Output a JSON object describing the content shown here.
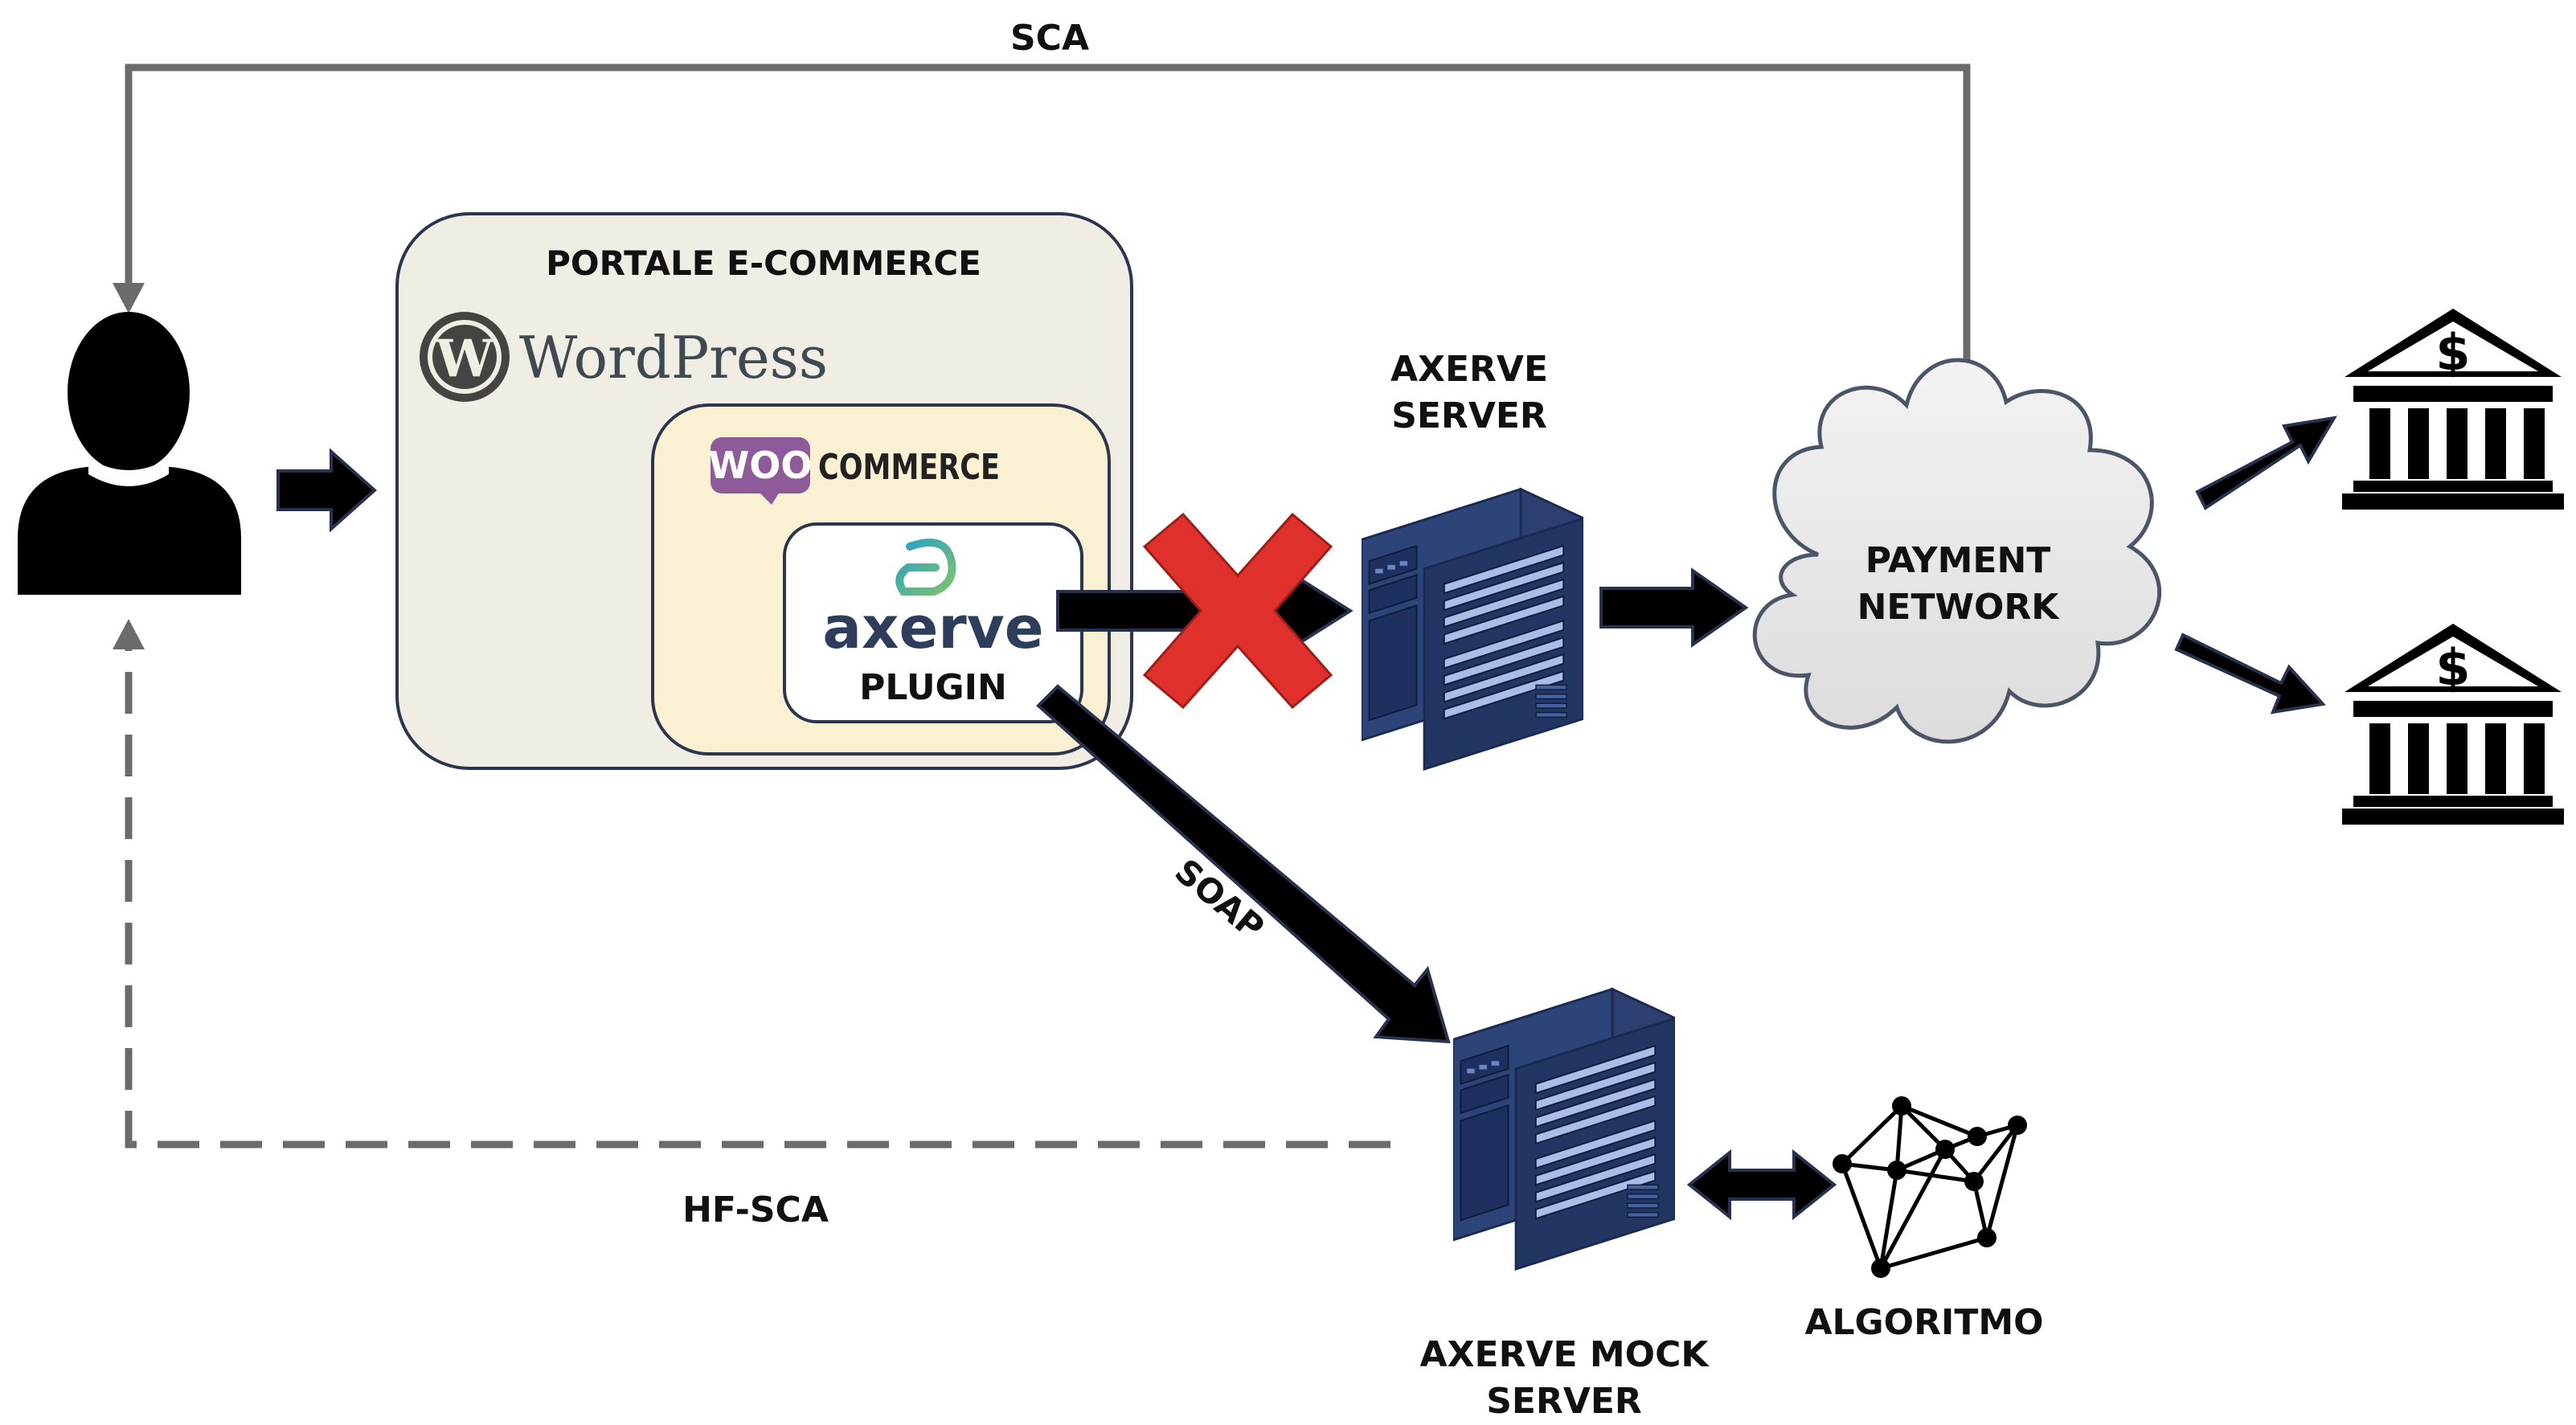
{
  "labels": {
    "sca": "SCA",
    "hf_sca": "HF-SCA",
    "portale": "PORTALE E-COMMERCE",
    "wordpress": "WordPress",
    "woo": "WOO",
    "commerce": "COMMERCE",
    "axerve_logo": "axerve",
    "plugin": "PLUGIN",
    "axerve_server_line1": "AXERVE",
    "axerve_server_line2": "SERVER",
    "payment_network_line1": "PAYMENT",
    "payment_network_line2": "NETWORK",
    "soap": "SOAP",
    "mock_server_line1": "AXERVE MOCK",
    "mock_server_line2": "SERVER",
    "algoritmo": "ALGORITMO"
  },
  "icons": {
    "user": "user-icon",
    "wordpress": "wordpress-logo-icon",
    "woocommerce": "woocommerce-logo-icon",
    "axerve": "axerve-logo-icon",
    "server": "server-rack-icon",
    "cloud": "cloud-icon",
    "bank": "bank-dollar-icon",
    "blocked": "red-x-icon",
    "graph": "network-graph-icon"
  },
  "colors": {
    "portal_box": "#efede4",
    "woo_box": "#faf1d2",
    "plugin_box": "#ffffff",
    "line_gray": "#6b6b6b",
    "arrow_fill": "#000000",
    "arrow_edge": "#27324f",
    "server_front": "#263a6b",
    "server_side": "#1a2a52",
    "server_top": "#34508a",
    "red_x": "#e0302b",
    "woo_purple": "#8e5a9a",
    "axerve_navy": "#2f3d5c",
    "axerve_teal": "#37a8b8",
    "cloud_fill": "#ebebeb",
    "cloud_stroke": "#4b5568"
  }
}
